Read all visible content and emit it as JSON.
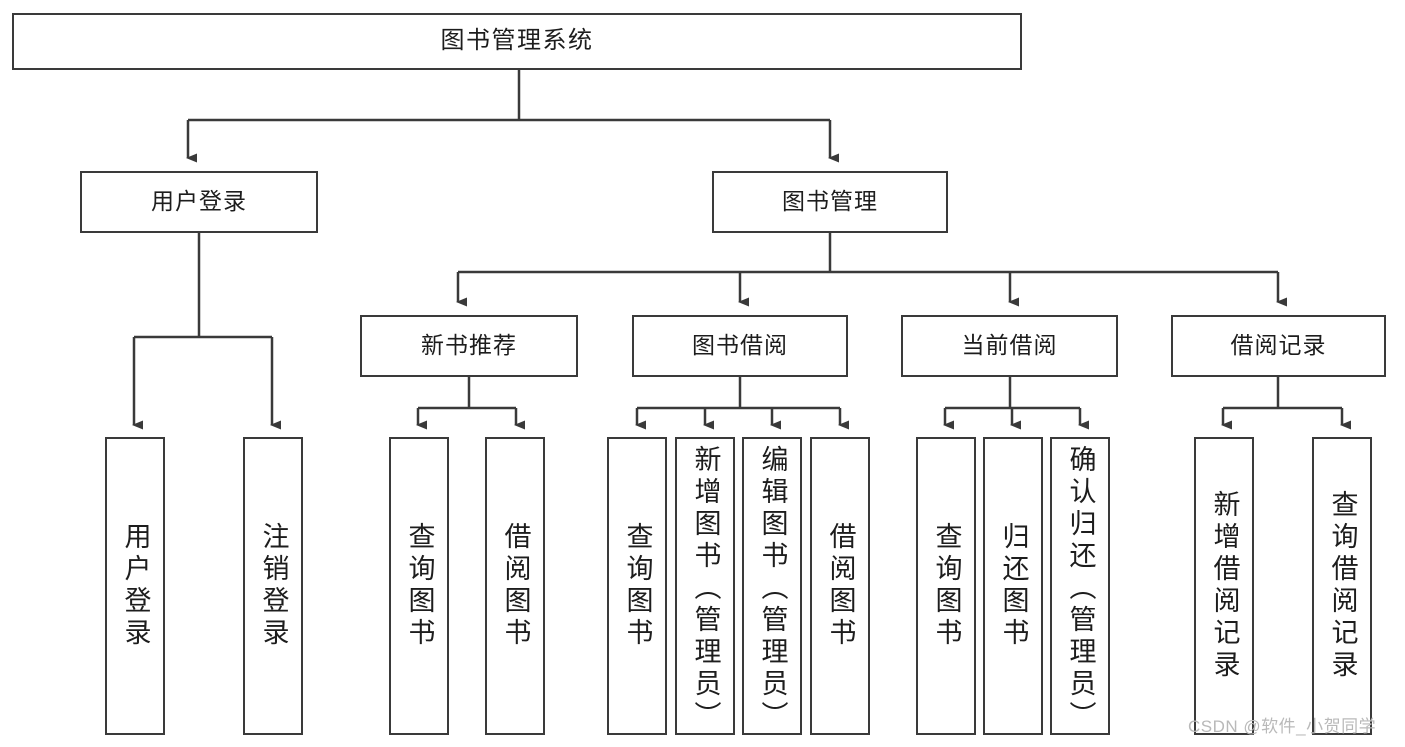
{
  "diagram": {
    "type": "tree",
    "title": "图书管理系统",
    "root": {
      "id": "root",
      "label": "图书管理系统"
    },
    "level1": [
      {
        "id": "user-login",
        "label": "用户登录"
      },
      {
        "id": "book-manage",
        "label": "图书管理"
      }
    ],
    "level2": [
      {
        "id": "new-book-rec",
        "label": "新书推荐",
        "parent": "book-manage"
      },
      {
        "id": "book-borrow",
        "label": "图书借阅",
        "parent": "book-manage"
      },
      {
        "id": "current-borrow",
        "label": "当前借阅",
        "parent": "book-manage"
      },
      {
        "id": "borrow-record",
        "label": "借阅记录",
        "parent": "book-manage"
      }
    ],
    "leaves": [
      {
        "id": "leaf-user-login",
        "label": "用户登录",
        "parent": "user-login"
      },
      {
        "id": "leaf-user-logout",
        "label": "注销登录",
        "parent": "user-login"
      },
      {
        "id": "leaf-query-book-1",
        "label": "查询图书",
        "parent": "new-book-rec"
      },
      {
        "id": "leaf-borrow-book-1",
        "label": "借阅图书",
        "parent": "new-book-rec"
      },
      {
        "id": "leaf-query-book-2",
        "label": "查询图书",
        "parent": "book-borrow"
      },
      {
        "id": "leaf-add-book",
        "label": "新增图书（管理员）",
        "parent": "book-borrow"
      },
      {
        "id": "leaf-edit-book",
        "label": "编辑图书（管理员）",
        "parent": "book-borrow"
      },
      {
        "id": "leaf-borrow-book-2",
        "label": "借阅图书",
        "parent": "book-borrow"
      },
      {
        "id": "leaf-query-book-3",
        "label": "查询图书",
        "parent": "current-borrow"
      },
      {
        "id": "leaf-return-book",
        "label": "归还图书",
        "parent": "current-borrow"
      },
      {
        "id": "leaf-confirm-return",
        "label": "确认归还（管理员）",
        "parent": "current-borrow"
      },
      {
        "id": "leaf-add-record",
        "label": "新增借阅记录",
        "parent": "borrow-record"
      },
      {
        "id": "leaf-query-record",
        "label": "查询借阅记录",
        "parent": "borrow-record"
      }
    ],
    "colors": {
      "stroke": "#3a3a3a",
      "background": "#ffffff",
      "text": "#1d1d1d",
      "watermark": "#b9b9b9"
    }
  },
  "watermark": {
    "text": "CSDN @软件_小贺同学"
  }
}
